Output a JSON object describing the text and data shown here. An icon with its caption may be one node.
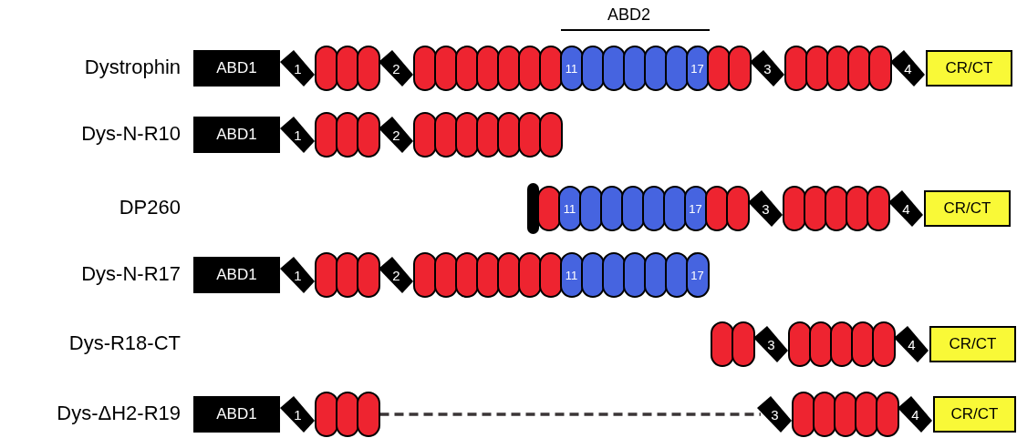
{
  "diagram": {
    "nodes": [
      {
        "text": [
          "ABD1"
        ]
      },
      {
        "text": [
          "1"
        ]
      },
      {
        "text": [],
        "shape": "oval"
      },
      {
        "text": [],
        "shape": "oval"
      },
      {
        "text": [],
        "shape": "oval"
      },
      {
        "text": [
          "2"
        ]
      },
      {
        "text": [],
        "shape": "oval"
      },
      {
        "text": [],
        "shape": "oval"
      },
      {
        "text": [],
        "shape": "oval"
      },
      {
        "text": [],
        "shape": "oval"
      },
      {
        "text": [],
        "shape": "oval"
      },
      {
        "text": [],
        "shape": "oval"
      },
      {
        "text": [],
        "shape": "oval"
      },
      {
        "text": [
          "11"
        ]
      },
      {
        "text": [],
        "shape": "oval"
      },
      {
        "text": [],
        "shape": "oval"
      },
      {
        "text": [],
        "shape": "oval"
      },
      {
        "text": [],
        "shape": "oval"
      },
      {
        "text": [],
        "shape": "oval"
      },
      {
        "text": [
          "17"
        ]
      },
      {
        "text": [],
        "shape": "oval"
      },
      {
        "text": [],
        "shape": "oval"
      },
      {
        "text": [
          "3"
        ]
      },
      {
        "text": [],
        "shape": "oval"
      },
      {
        "text": [],
        "shape": "oval"
      },
      {
        "text": [],
        "shape": "oval"
      },
      {
        "text": [],
        "shape": "oval"
      },
      {
        "text": [],
        "shape": "oval"
      },
      {
        "text": [
          "4"
        ]
      },
      {
        "text": [
          "CR/CT"
        ]
      },
      {
        "text": [
          "ABD1"
        ]
      },
      {
        "text": [
          "1"
        ]
      },
      {
        "text": [],
        "shape": "oval"
      },
      {
        "text": [],
        "shape": "oval"
      },
      {
        "text": [],
        "shape": "oval"
      },
      {
        "text": [
          "2"
        ]
      },
      {
        "text": [],
        "shape": "oval"
      },
      {
        "text": [],
        "shape": "oval"
      },
      {
        "text": [],
        "shape": "oval"
      },
      {
        "text": [],
        "shape": "oval"
      },
      {
        "text": [],
        "shape": "oval"
      },
      {
        "text": [],
        "shape": "oval"
      },
      {
        "text": [],
        "shape": "oval"
      },
      {
        "text": [],
        "shape": "bar"
      },
      {
        "text": [],
        "shape": "oval"
      },
      {
        "text": [
          "11"
        ]
      },
      {
        "text": [],
        "shape": "oval"
      },
      {
        "text": [],
        "shape": "oval"
      },
      {
        "text": [],
        "shape": "oval"
      },
      {
        "text": [],
        "shape": "oval"
      },
      {
        "text": [],
        "shape": "oval"
      },
      {
        "text": [
          "17"
        ]
      },
      {
        "text": [],
        "shape": "oval"
      },
      {
        "text": [],
        "shape": "oval"
      },
      {
        "text": [
          "3"
        ]
      },
      {
        "text": [],
        "shape": "oval"
      },
      {
        "text": [],
        "shape": "oval"
      },
      {
        "text": [],
        "shape": "oval"
      },
      {
        "text": [],
        "shape": "oval"
      },
      {
        "text": [],
        "shape": "oval"
      },
      {
        "text": [
          "4"
        ]
      },
      {
        "text": [
          "CR/CT"
        ]
      },
      {
        "text": [
          "ABD1"
        ]
      },
      {
        "text": [
          "1"
        ]
      },
      {
        "text": [],
        "shape": "oval"
      },
      {
        "text": [],
        "shape": "oval"
      },
      {
        "text": [],
        "shape": "oval"
      },
      {
        "text": [
          "2"
        ]
      },
      {
        "text": [],
        "shape": "oval"
      },
      {
        "text": [],
        "shape": "oval"
      },
      {
        "text": [],
        "shape": "oval"
      },
      {
        "text": [],
        "shape": "oval"
      },
      {
        "text": [],
        "shape": "oval"
      },
      {
        "text": [],
        "shape": "oval"
      },
      {
        "text": [],
        "shape": "oval"
      },
      {
        "text": [
          "11"
        ]
      },
      {
        "text": [],
        "shape": "oval"
      },
      {
        "text": [],
        "shape": "oval"
      },
      {
        "text": [],
        "shape": "oval"
      },
      {
        "text": [],
        "shape": "oval"
      },
      {
        "text": [],
        "shape": "oval"
      },
      {
        "text": [
          "17"
        ]
      },
      {
        "text": [],
        "shape": "oval"
      },
      {
        "text": [],
        "shape": "oval"
      },
      {
        "text": [
          "3"
        ]
      },
      {
        "text": [],
        "shape": "oval"
      },
      {
        "text": [],
        "shape": "oval"
      },
      {
        "text": [],
        "shape": "oval"
      },
      {
        "text": [],
        "shape": "oval"
      },
      {
        "text": [],
        "shape": "oval"
      },
      {
        "text": [
          "4"
        ]
      },
      {
        "text": [
          "CR/CT"
        ]
      },
      {
        "text": [
          "ABD1"
        ]
      },
      {
        "text": [
          "1"
        ]
      },
      {
        "text": [],
        "shape": "oval"
      },
      {
        "text": [],
        "shape": "oval"
      },
      {
        "text": [],
        "shape": "oval"
      },
      {
        "text": [
          "3"
        ]
      },
      {
        "text": [],
        "shape": "oval"
      },
      {
        "text": [],
        "shape": "oval"
      },
      {
        "text": [],
        "shape": "oval"
      },
      {
        "text": [],
        "shape": "oval"
      },
      {
        "text": [],
        "shape": "oval"
      },
      {
        "text": [
          "4"
        ]
      },
      {
        "text": [
          "CR/CT"
        ]
      }
    ],
    "edges": [
      {
        "from": 96,
        "to": 97,
        "arrow": "none",
        "style": "dashed"
      }
    ],
    "labels": [
      "ABD2",
      "Dystrophin",
      "Dys-N-R10",
      "DP260",
      "Dys-N-R17",
      "Dys-R18-CT",
      "Dys-ΔH2-R19"
    ]
  }
}
